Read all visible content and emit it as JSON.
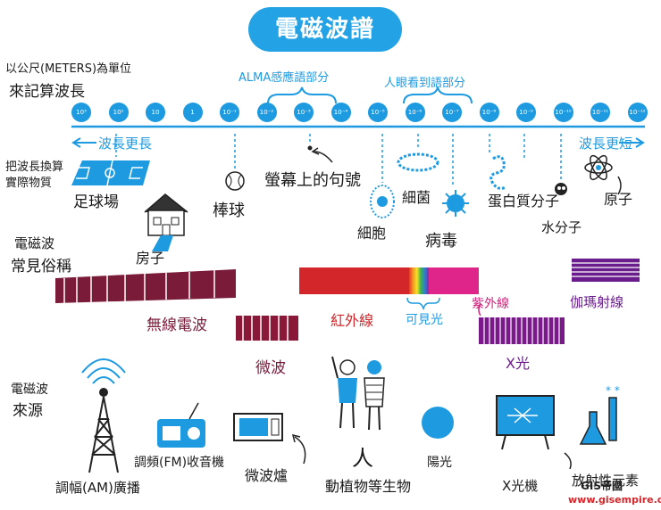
{
  "title": "電磁波譜",
  "unit_note": {
    "line1": "以公尺(METERS)為單位",
    "line2": "來記算波長"
  },
  "brackets": {
    "alma": "ALMA感應語部分",
    "human": "人眼看到語部分"
  },
  "scale_ticks": [
    "10³",
    "10²",
    "10",
    "1",
    "10⁻¹",
    "10⁻²",
    "10⁻³",
    "10⁻⁴",
    "10⁻⁵",
    "10⁻⁶",
    "10⁻⁷",
    "10⁻⁸",
    "10⁻⁹",
    "10⁻¹⁰",
    "10⁻¹¹",
    "10⁻¹²"
  ],
  "direction": {
    "longer": "波長更長",
    "shorter": "波長更短"
  },
  "objects": {
    "label_compare": {
      "line1": "把波長換算",
      "line2": "實際物質"
    },
    "football": "足球場",
    "house": "房子",
    "baseball": "棒球",
    "period": "螢幕上的句號",
    "cell": "細胞",
    "bacteria": "細菌",
    "virus": "病毒",
    "protein": "蛋白質分子",
    "water": "水分子",
    "atom": "原子"
  },
  "names_label": {
    "line1": "電磁波",
    "line2": "常見俗稱"
  },
  "bands": {
    "radio": "無線電波",
    "microwave": "微波",
    "infrared": "紅外線",
    "visible": "可見光",
    "ultraviolet": "紫外線",
    "xray": "X光",
    "gamma": "伽瑪射線"
  },
  "sources_label": {
    "line1": "電磁波",
    "line2": "來源"
  },
  "sources": {
    "am": "調幅(AM)廣播",
    "fm": "調頻(FM)收音機",
    "oven": "微波爐",
    "life": "人",
    "life_label": "動植物等生物",
    "sun": "陽光",
    "xray_machine": "X光機",
    "radioactive": "放射性元素"
  },
  "watermark": {
    "brand": "GIS帝國",
    "url": "www.gisempire.com"
  },
  "colors": {
    "accent": "#1e9be0",
    "radio": "#7a1b3a",
    "microwave": "#8a1838",
    "infrared": "#d3262b",
    "ultraviolet": "#7a1a8a",
    "xray": "#7a1a8a",
    "gamma": "#6a1c8c",
    "pink": "#e0258a"
  }
}
